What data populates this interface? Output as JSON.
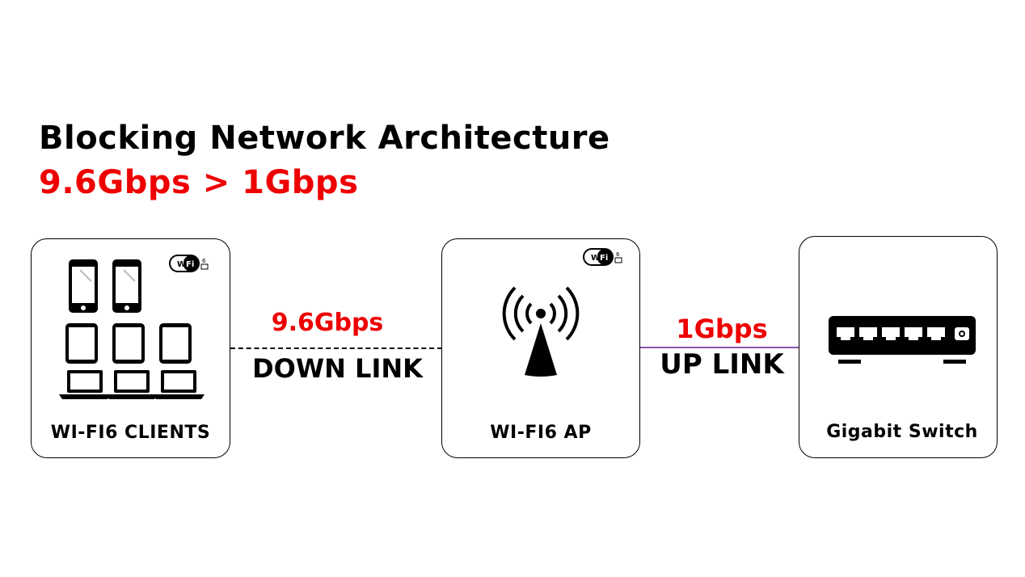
{
  "title": "Blocking Network Architecture",
  "subtitle": "9.6Gbps > 1Gbps",
  "colors": {
    "accent": "#ee0000",
    "uplink_line": "#8a55a8",
    "text": "#000000"
  },
  "nodes": {
    "clients": {
      "label": "WI-FI6 CLIENTS",
      "badge_text": "Wi Fi"
    },
    "ap": {
      "label": "WI-FI6 AP",
      "badge_text": "Wi Fi"
    },
    "switch": {
      "label": "Gigabit Switch"
    }
  },
  "links": {
    "downlink": {
      "speed": "9.6Gbps",
      "name": "DOWN LINK"
    },
    "uplink": {
      "speed": "1Gbps",
      "name": "UP LINK"
    }
  },
  "icons": [
    "smartphone-icon",
    "tablet-icon",
    "laptop-icon",
    "wifi-logo-icon",
    "antenna-icon",
    "network-switch-icon"
  ]
}
